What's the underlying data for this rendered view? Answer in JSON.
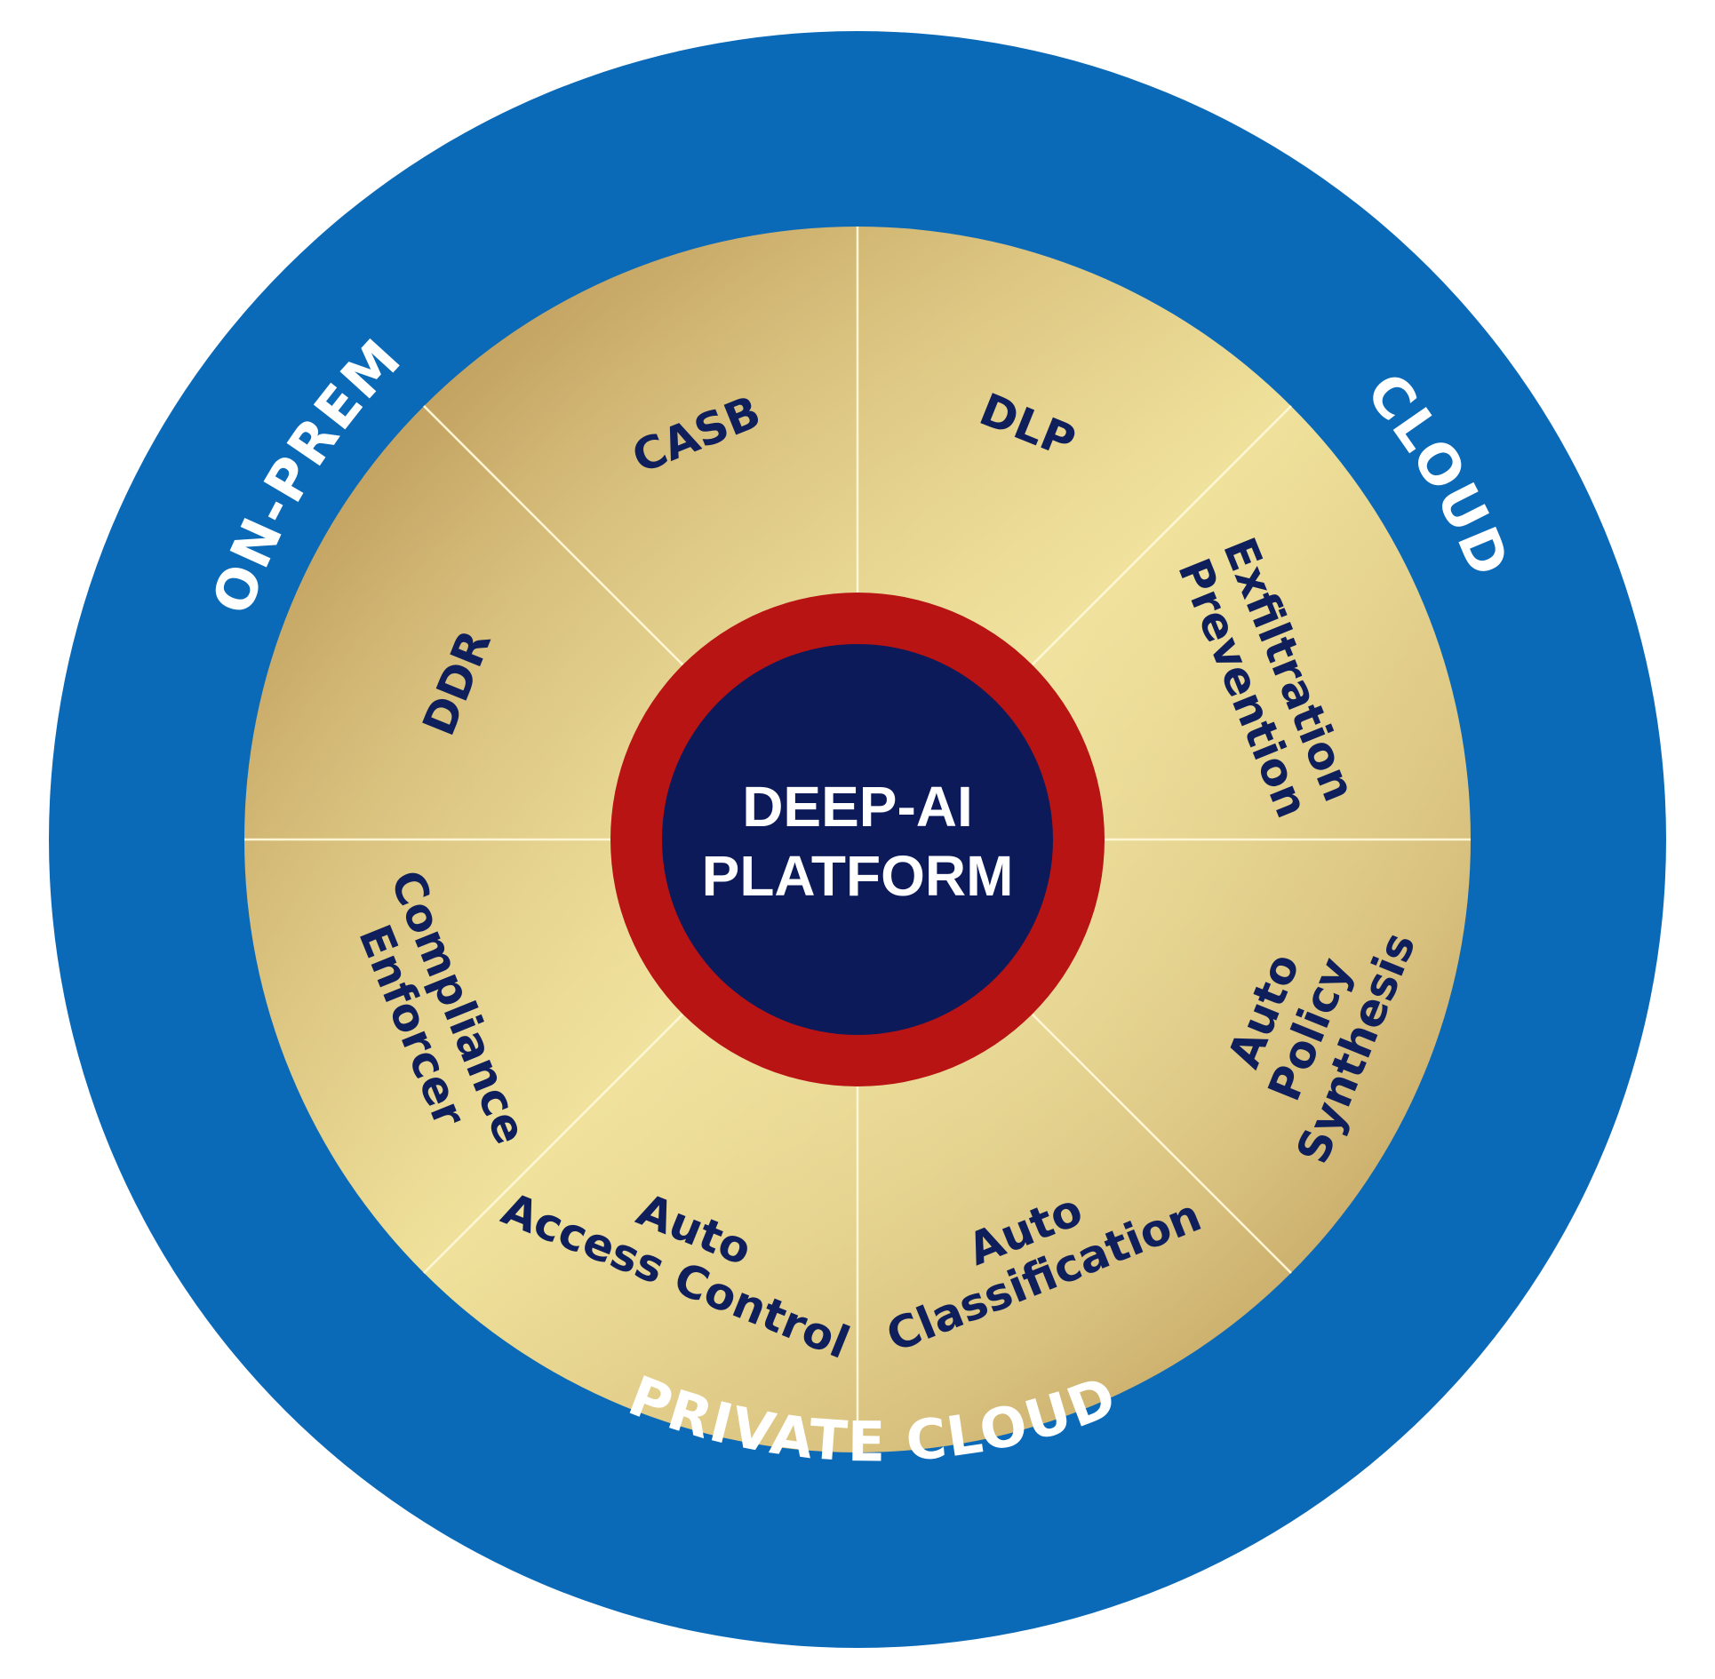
{
  "diagram": {
    "center": {
      "line1": "DEEP-AI",
      "line2": "PLATFORM"
    },
    "outer_ring": {
      "on_prem": "ON-PREM",
      "cloud": "CLOUD",
      "private_cloud": "PRIVATE CLOUD"
    },
    "segments": {
      "casb": "CASB",
      "dlp": "DLP",
      "exfil_1": "Exfiltration",
      "exfil_2": "Prevention",
      "policy_1": "Auto",
      "policy_2": "Policy",
      "policy_3": "Synthesis",
      "class_1": "Auto",
      "class_2": "Classification",
      "access_1": "Auto",
      "access_2": "Access Control",
      "comp_1": "Compliance",
      "comp_2": "Enforcer",
      "ddr": "DDR"
    }
  },
  "colors": {
    "outer_ring": "#0b6ab8",
    "gold_light": "#efe19a",
    "gold_dark": "#b38d4a",
    "red_ring": "#b81414",
    "center": "#0c1a5a",
    "segment_text": "#0f1f5c",
    "divider": "#fff6d6"
  }
}
